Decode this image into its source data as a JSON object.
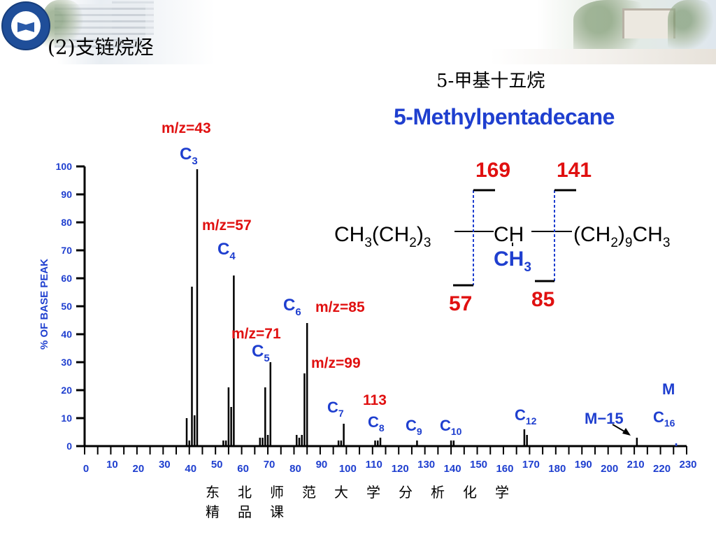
{
  "header": {
    "section_title": "(2)支链烷烃"
  },
  "compound": {
    "cn_name": "5-甲基十五烷",
    "en_name": "5-Methylpentadecane",
    "frag_169": "169",
    "frag_141": "141",
    "frag_57": "57",
    "frag_85": "85"
  },
  "colors": {
    "blue": "#1f3fcf",
    "red": "#e01010",
    "axis": "#000000",
    "dash": "#1f3fcf"
  },
  "chart_data": {
    "type": "bar",
    "ylabel": "% OF  BASE PEAK",
    "xlabel": "",
    "ylim": [
      0,
      100
    ],
    "xlim": [
      0,
      230
    ],
    "yticks": [
      0,
      10,
      20,
      30,
      40,
      50,
      60,
      70,
      80,
      90,
      100
    ],
    "xticks": [
      0,
      10,
      20,
      30,
      40,
      50,
      60,
      70,
      80,
      90,
      100,
      110,
      120,
      130,
      140,
      150,
      160,
      170,
      180,
      190,
      200,
      210,
      220,
      230
    ],
    "peaks": [
      {
        "mz": 39,
        "value": 10
      },
      {
        "mz": 40,
        "value": 2
      },
      {
        "mz": 41,
        "value": 57
      },
      {
        "mz": 42,
        "value": 11
      },
      {
        "mz": 43,
        "value": 99
      },
      {
        "mz": 53,
        "value": 2
      },
      {
        "mz": 54,
        "value": 2
      },
      {
        "mz": 55,
        "value": 21
      },
      {
        "mz": 56,
        "value": 14
      },
      {
        "mz": 57,
        "value": 61
      },
      {
        "mz": 67,
        "value": 3
      },
      {
        "mz": 68,
        "value": 3
      },
      {
        "mz": 69,
        "value": 21
      },
      {
        "mz": 70,
        "value": 4
      },
      {
        "mz": 71,
        "value": 30
      },
      {
        "mz": 81,
        "value": 4
      },
      {
        "mz": 82,
        "value": 3
      },
      {
        "mz": 83,
        "value": 4
      },
      {
        "mz": 84,
        "value": 26
      },
      {
        "mz": 85,
        "value": 44
      },
      {
        "mz": 97,
        "value": 2
      },
      {
        "mz": 98,
        "value": 2
      },
      {
        "mz": 99,
        "value": 8
      },
      {
        "mz": 111,
        "value": 2
      },
      {
        "mz": 112,
        "value": 2
      },
      {
        "mz": 113,
        "value": 3
      },
      {
        "mz": 127,
        "value": 2
      },
      {
        "mz": 140,
        "value": 2
      },
      {
        "mz": 141,
        "value": 2
      },
      {
        "mz": 168,
        "value": 6
      },
      {
        "mz": 169,
        "value": 4
      },
      {
        "mz": 211,
        "value": 3
      },
      {
        "mz": 226,
        "value": 1
      }
    ],
    "annotations": {
      "mz43": "m/z=43",
      "c3": "C",
      "c3_sub": "3",
      "mz57": "m/z=57",
      "c4": "C",
      "c4_sub": "4",
      "c6": "C",
      "c6_sub": "6",
      "mz85": "m/z=85",
      "mz71": "m/z=71",
      "c5": "C",
      "c5_sub": "5",
      "mz99": "m/z=99",
      "mz113": "113",
      "c7": "C",
      "c7_sub": "7",
      "c8": "C",
      "c8_sub": "8",
      "c9": "C",
      "c9_sub": "9",
      "c10": "C",
      "c10_sub": "10",
      "c12": "C",
      "c12_sub": "12",
      "m15": "M−15",
      "m": "M",
      "c16": "C",
      "c16_sub": "16"
    }
  },
  "formula": {
    "left": "CH",
    "left_sub1": "3",
    "left_mid": "(CH",
    "left_sub2": "2",
    "left_end": ")",
    "left_sub3": "3",
    "center": "CH",
    "right": "(CH",
    "right_sub1": "2",
    "right_mid": ")",
    "right_sub2": "9",
    "right_end": "CH",
    "right_sub3": "3",
    "branch": "CH",
    "branch_sub": "3"
  },
  "footer": {
    "line1": "东北师范大学分析化学",
    "line2": "精品课"
  }
}
